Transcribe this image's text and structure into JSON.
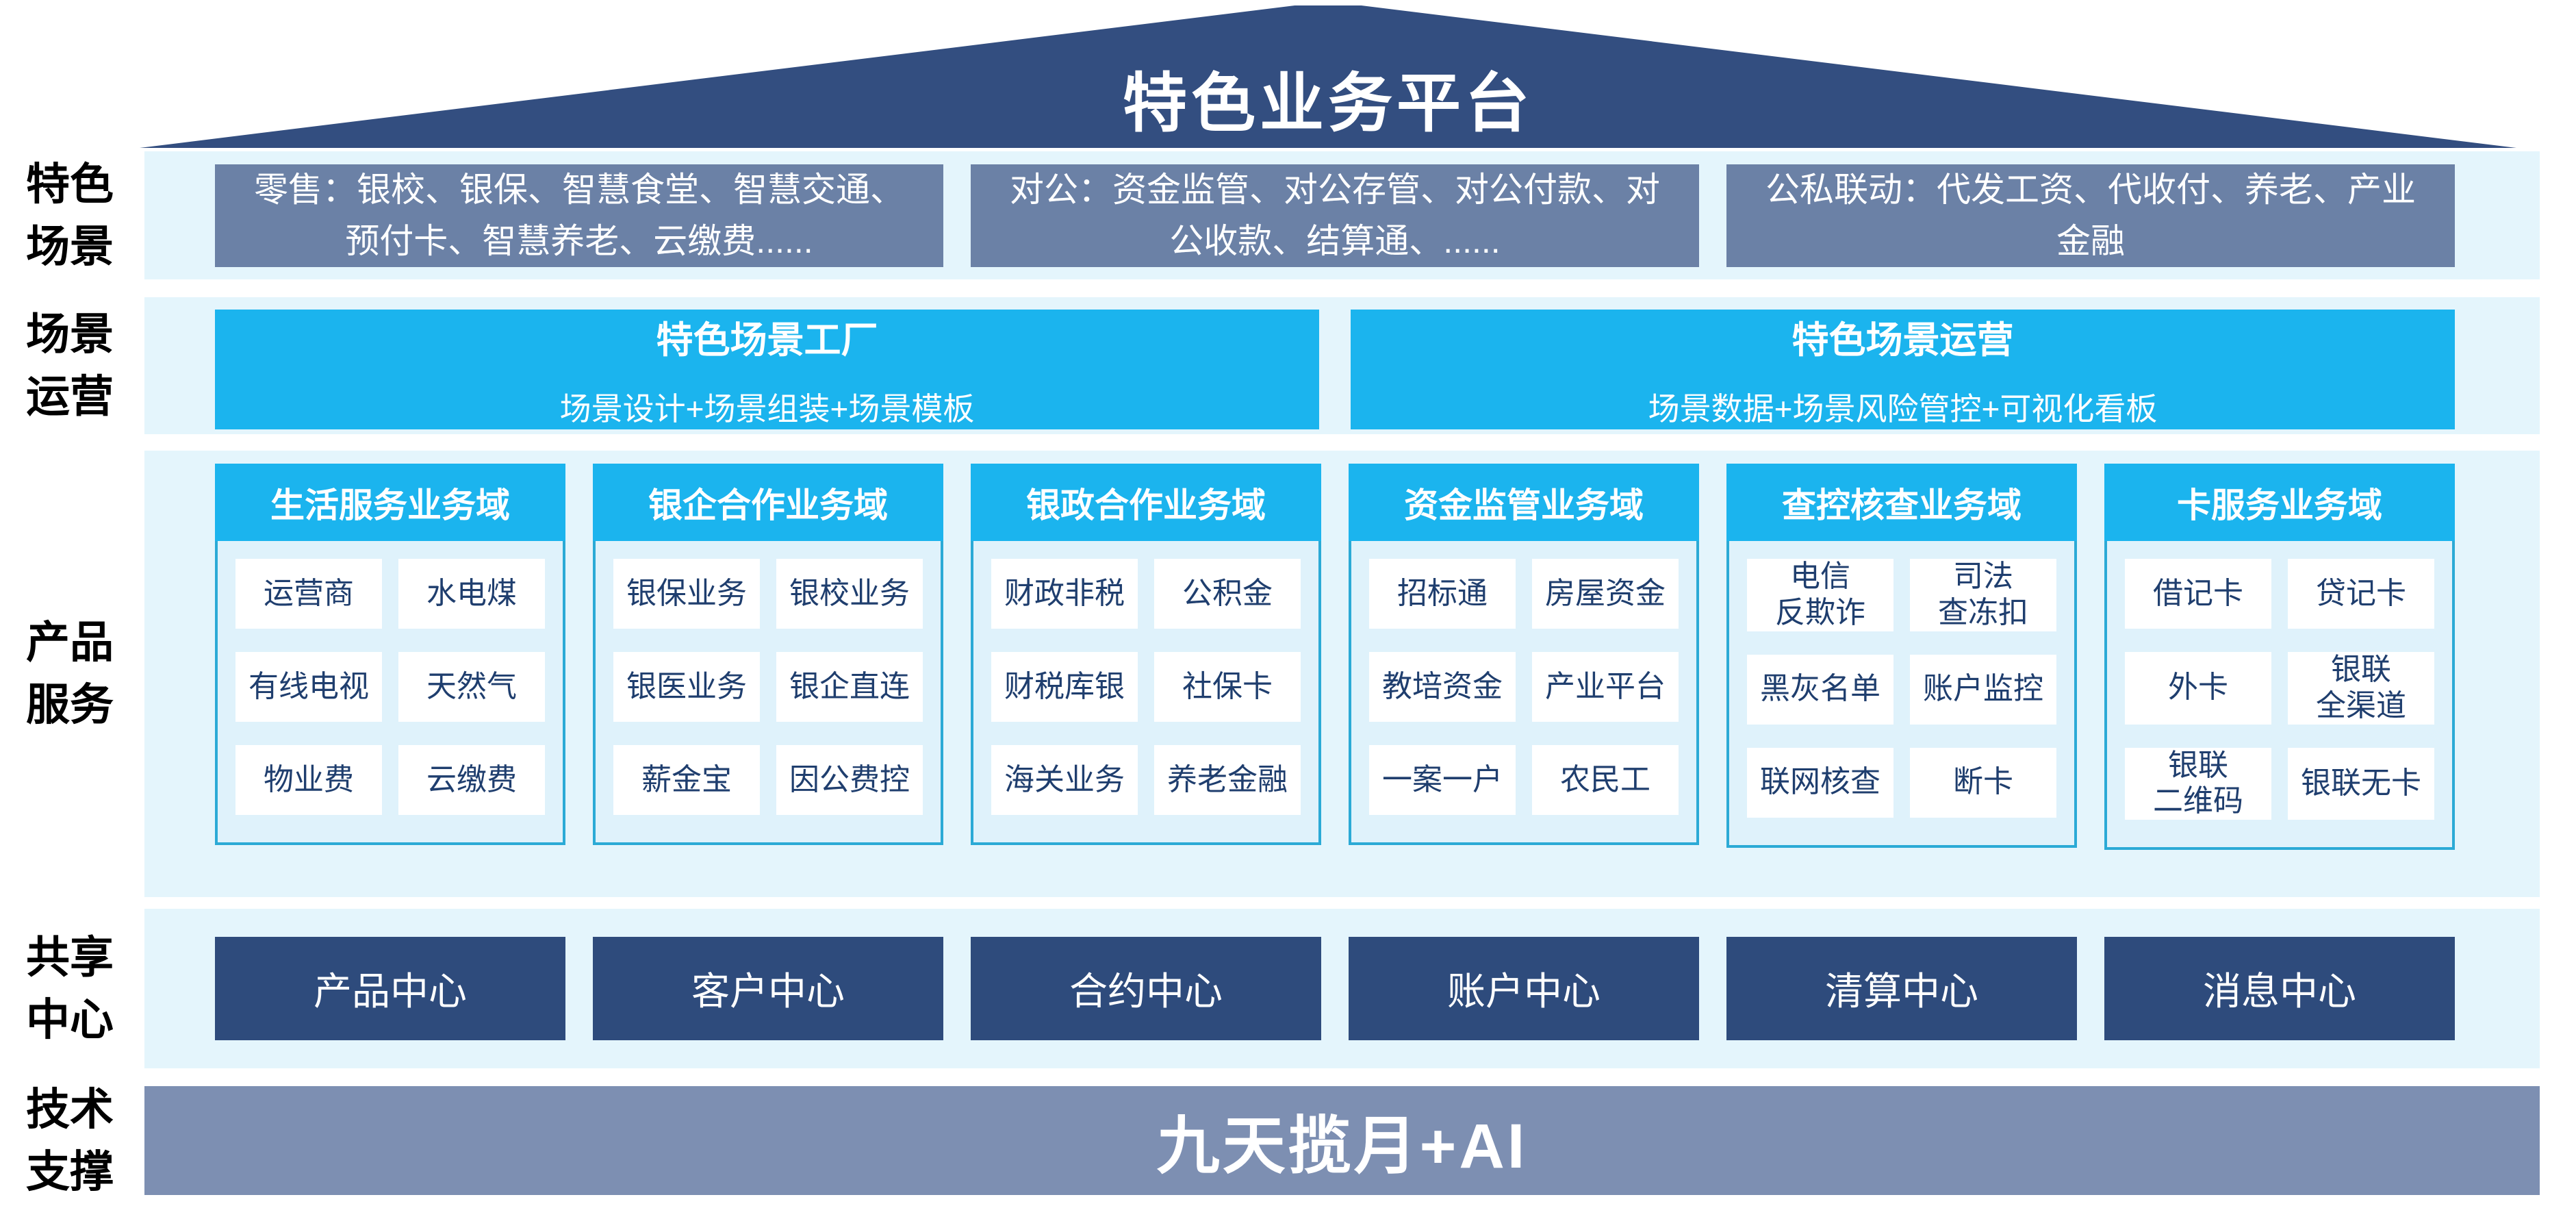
{
  "roof": {
    "title": "特色业务平台"
  },
  "colors": {
    "roof": "#334E80",
    "band": "#E4F5FC",
    "slate": "#6B81A6",
    "cyan": "#1BB4EE",
    "cyanBorder": "#2BAAD6",
    "bodyBg": "#DFF2FB",
    "cellBg": "#FFFFFF",
    "itemText": "#1F3E6E",
    "navy": "#2E4B7C",
    "bar": "#7D8FB2"
  },
  "layers": {
    "scenarios": {
      "label": "特色\n场景",
      "boxes": [
        "零售：银校、银保、智慧食堂、智慧交通、预付卡、智慧养老、云缴费......",
        "对公：资金监管、对公存管、对公付款、对公收款、结算通、......",
        "公私联动：代发工资、代收付、养老、产业金融"
      ]
    },
    "operations": {
      "label": "场景\n运营",
      "boxes": [
        {
          "title": "特色场景工厂",
          "subtitle": "场景设计+场景组装+场景模板"
        },
        {
          "title": "特色场景运营",
          "subtitle": "场景数据+场景风险管控+可视化看板"
        }
      ]
    },
    "products": {
      "label": "产品\n服务",
      "domains": [
        {
          "title": "生活服务业务域",
          "items": [
            "运营商",
            "水电煤",
            "有线电视",
            "天然气",
            "物业费",
            "云缴费"
          ]
        },
        {
          "title": "银企合作业务域",
          "items": [
            "银保业务",
            "银校业务",
            "银医业务",
            "银企直连",
            "薪金宝",
            "因公费控"
          ]
        },
        {
          "title": "银政合作业务域",
          "items": [
            "财政非税",
            "公积金",
            "财税库银",
            "社保卡",
            "海关业务",
            "养老金融"
          ]
        },
        {
          "title": "资金监管业务域",
          "items": [
            "招标通",
            "房屋资金",
            "教培资金",
            "产业平台",
            "一案一户",
            "农民工"
          ]
        },
        {
          "title": "查控核查业务域",
          "items": [
            "电信\n反欺诈",
            "司法\n查冻扣",
            "黑灰名单",
            "账户监控",
            "联网核查",
            "断卡"
          ]
        },
        {
          "title": "卡服务业务域",
          "items": [
            "借记卡",
            "贷记卡",
            "外卡",
            "银联\n全渠道",
            "银联\n二维码",
            "银联无卡"
          ]
        }
      ]
    },
    "shared": {
      "label": "共享\n中心",
      "centers": [
        "产品中心",
        "客户中心",
        "合约中心",
        "账户中心",
        "清算中心",
        "消息中心"
      ]
    },
    "tech": {
      "label": "技术\n支撑",
      "bar": "九天揽月+AI"
    }
  }
}
